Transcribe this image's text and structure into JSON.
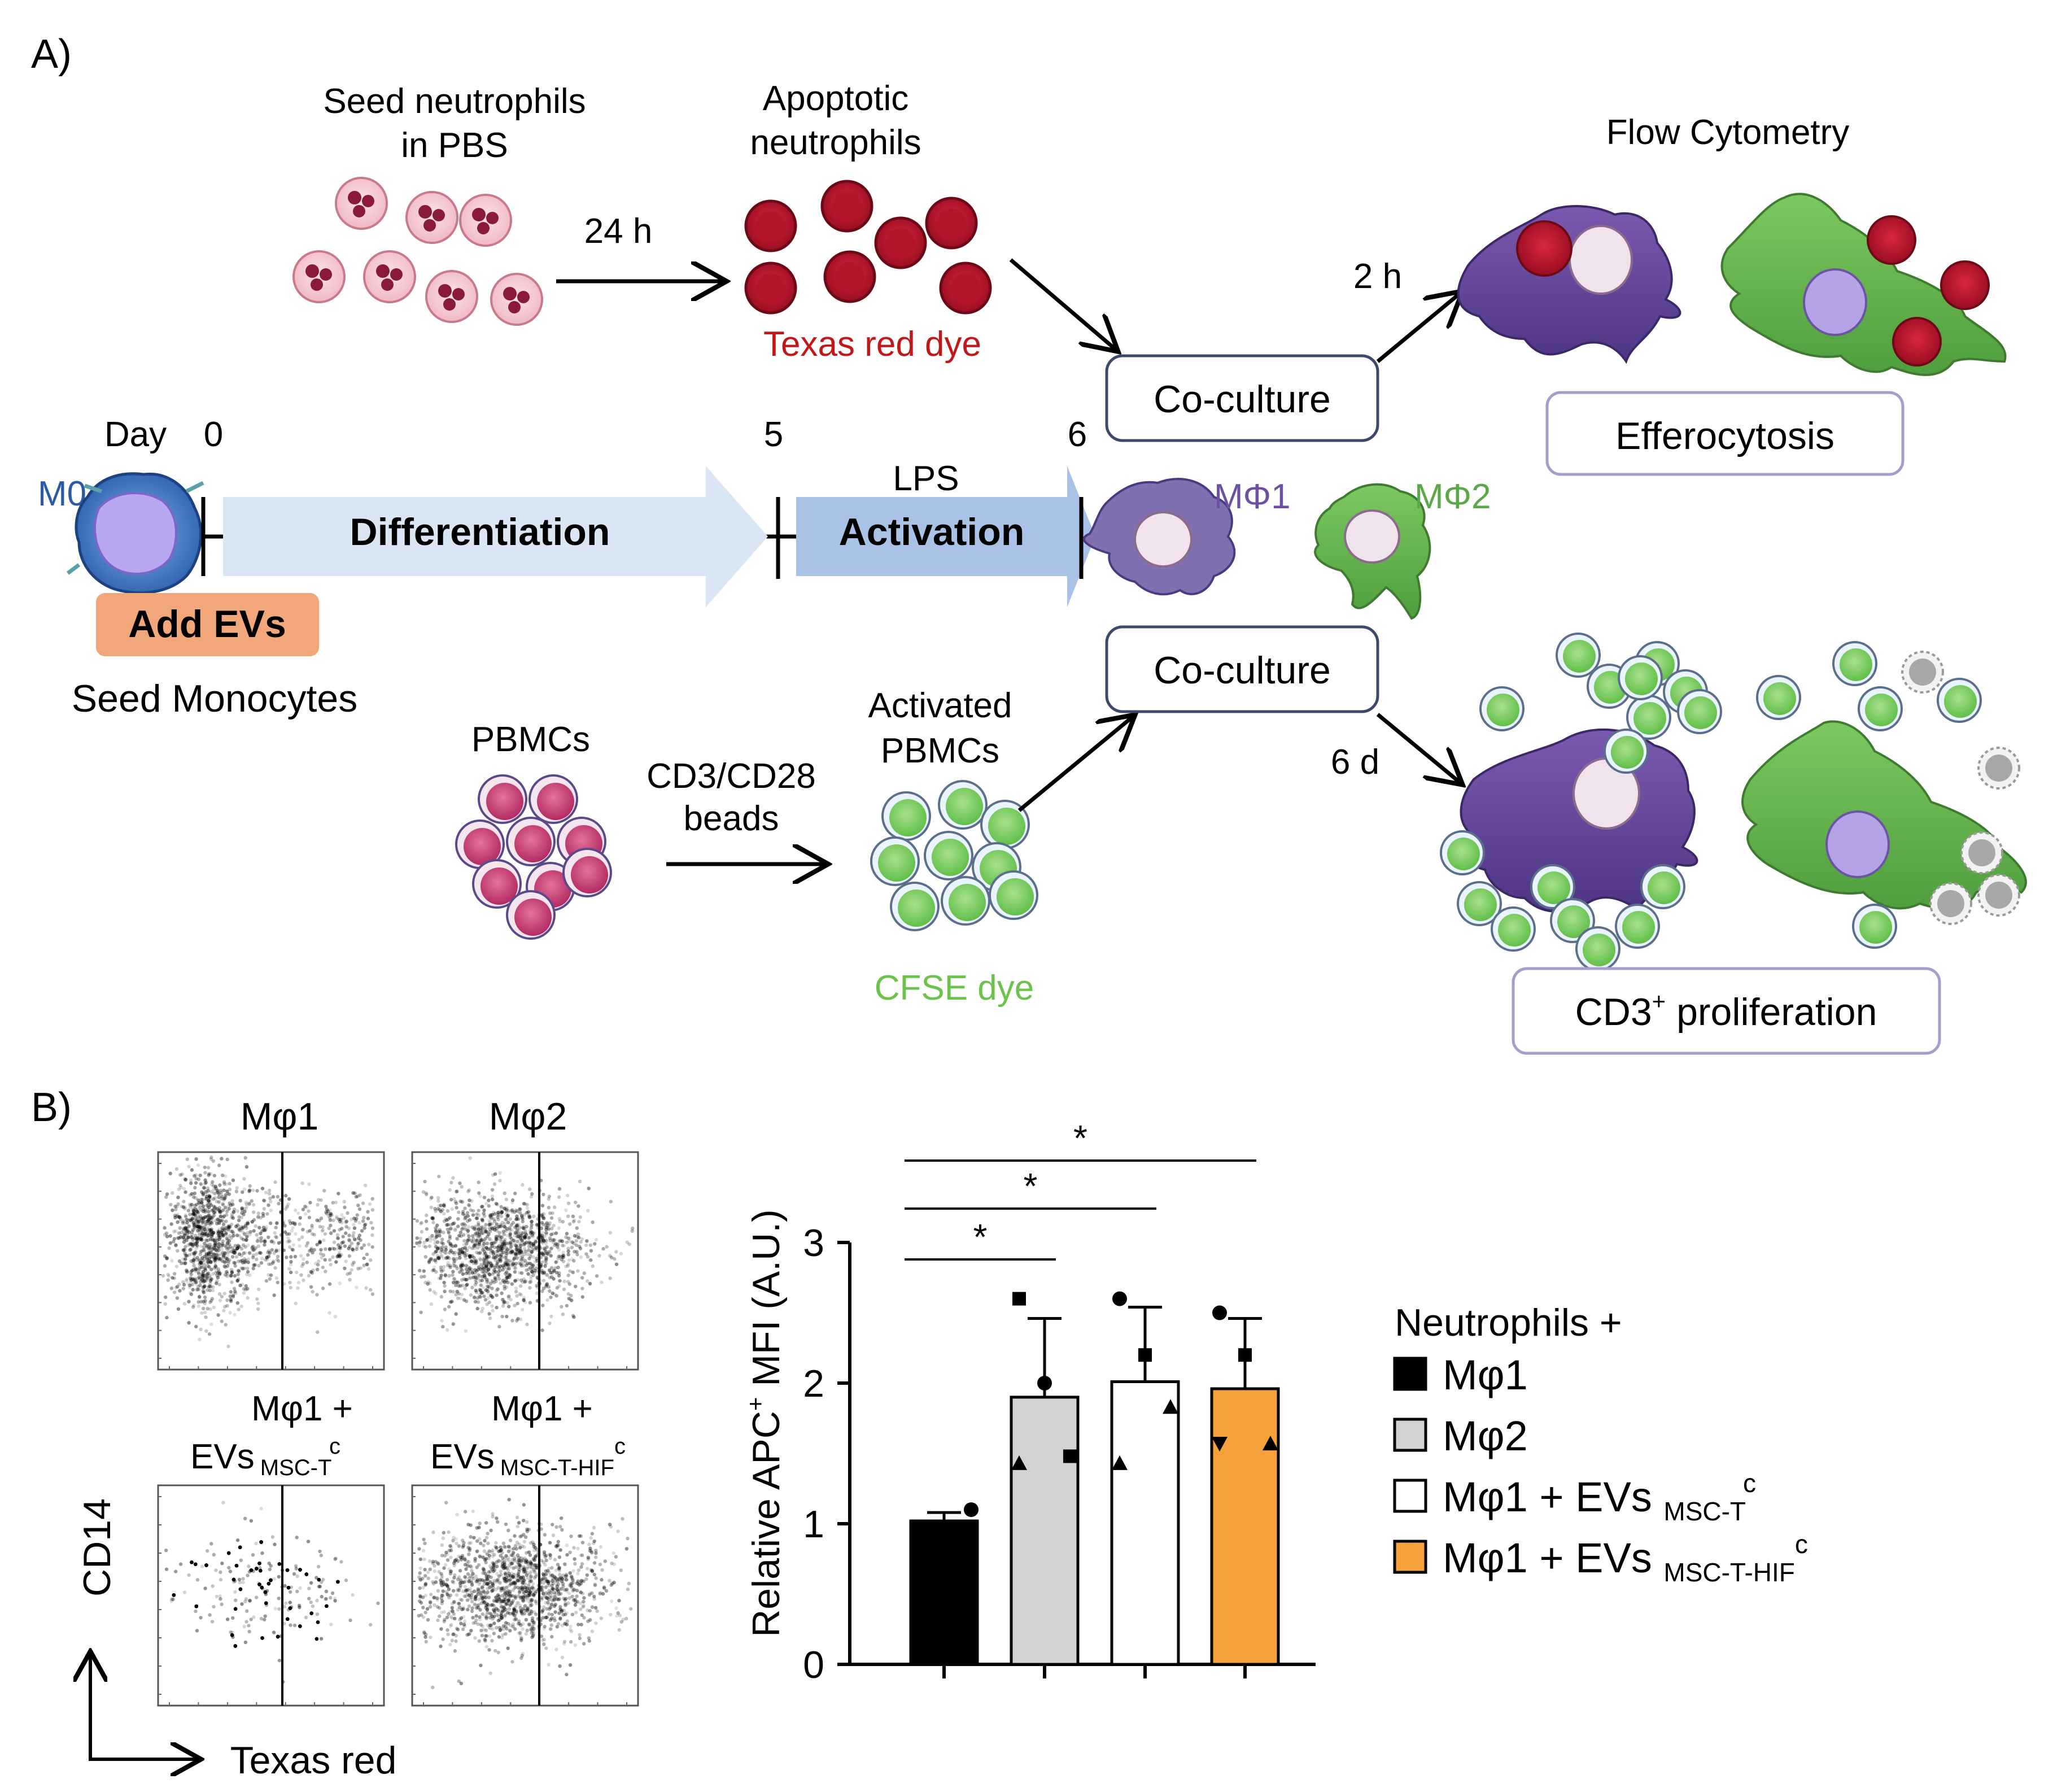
{
  "panelA": {
    "label": "A)",
    "seed_neutrophils_line1": "Seed neutrophils",
    "seed_neutrophils_line2": "in PBS",
    "time_24h": "24 h",
    "apoptotic_line1": "Apoptotic",
    "apoptotic_line2": "neutrophils",
    "texas_red_dye": "Texas red dye",
    "flow_cytometry": "Flow Cytometry",
    "time_2h": "2 h",
    "coculture_top": "Co-culture",
    "efferocytosis": "Efferocytosis",
    "day_label": "Day",
    "day_0": "0",
    "day_5": "5",
    "day_6": "6",
    "m0": "M0",
    "differentiation": "Differentiation",
    "lps": "LPS",
    "activation": "Activation",
    "m1": "MΦ1",
    "m2": "MΦ2",
    "add_evs": "Add EVs",
    "seed_monocytes": "Seed Monocytes",
    "pbmcs": "PBMCs",
    "beads_line1": "CD3/CD28",
    "beads_line2": "beads",
    "activated_line1": "Activated",
    "activated_line2": "PBMCs",
    "cfse_dye": "CFSE dye",
    "coculture_bottom": "Co-culture",
    "time_6d": "6 d",
    "cd3_prefix": "CD3",
    "cd3_sup": "+",
    "cd3_suffix": " proliferation",
    "colors": {
      "neutrophil_apoptotic": "#c0112a",
      "texas_red": "#c01818",
      "cfse": "#6cc24a",
      "m1": "#6e4fa0",
      "m2": "#5aa84a",
      "add_evs_box": "#f2a77a",
      "diff_arrow": "#dbe6f5",
      "act_arrow": "#a9c2e6",
      "box_border": "#9e93c0"
    }
  },
  "panelB": {
    "label": "B)",
    "flow": {
      "m1": "Mφ1",
      "m2": "Mφ2",
      "m1evs1_line1": "Mφ1 +",
      "m1evs1_line2": "EVs",
      "m1evs1_sub": "MSC-T",
      "m1evs1_sup": "c",
      "m1evs2_line1": "Mφ1 +",
      "m1evs2_line2": "EVs",
      "m1evs2_sub": "MSC-T-HIF",
      "m1evs2_sup": "c",
      "yaxis": "CD14",
      "xaxis": "Texas red"
    },
    "legend": {
      "title": "Neutrophils +",
      "items": [
        {
          "main": "Mφ1",
          "sub": "",
          "sup": ""
        },
        {
          "main": "Mφ2",
          "sub": "",
          "sup": ""
        },
        {
          "main": "Mφ1 + EVs ",
          "sub": "MSC-T",
          "sup": "c"
        },
        {
          "main": "Mφ1 + EVs ",
          "sub": "MSC-T-HIF",
          "sup": "c"
        }
      ]
    },
    "ylabel_prefix": "Relative APC",
    "ylabel_sup": "+",
    "ylabel_suffix": " MFI (A.U.)",
    "significance": [
      "*",
      "*",
      "*"
    ]
  },
  "chart_data": {
    "type": "bar",
    "categories": [
      "Mφ1",
      "Mφ2",
      "Mφ1 + EVs MSC-T c",
      "Mφ1 + EVs MSC-T-HIF c"
    ],
    "values": [
      1.02,
      1.9,
      2.01,
      1.96
    ],
    "errors": [
      0.06,
      0.56,
      0.53,
      0.5
    ],
    "colors": [
      "#000000",
      "#d3d3d3",
      "#ffffff",
      "#f7a13c"
    ],
    "points": [
      [
        {
          "y": 1.1,
          "marker": "circle"
        }
      ],
      [
        {
          "y": 2.6,
          "marker": "square"
        },
        {
          "y": 2.0,
          "marker": "circle"
        },
        {
          "y": 1.48,
          "marker": "square"
        },
        {
          "y": 1.43,
          "marker": "triangle"
        }
      ],
      [
        {
          "y": 2.6,
          "marker": "circle"
        },
        {
          "y": 2.2,
          "marker": "square"
        },
        {
          "y": 1.83,
          "marker": "triangle"
        },
        {
          "y": 1.43,
          "marker": "triangle"
        }
      ],
      [
        {
          "y": 2.5,
          "marker": "circle"
        },
        {
          "y": 2.2,
          "marker": "square"
        },
        {
          "y": 1.57,
          "marker": "triangle"
        },
        {
          "y": 1.57,
          "marker": "triangle-down"
        }
      ]
    ],
    "ylim": [
      0,
      3
    ],
    "yticks": [
      "0",
      "1",
      "2",
      "3"
    ],
    "ylabel": "Relative APC+ MFI (A.U.)",
    "xlabel": "",
    "comparisons": [
      {
        "from": 0,
        "to": 1,
        "label": "*"
      },
      {
        "from": 0,
        "to": 2,
        "label": "*"
      },
      {
        "from": 0,
        "to": 3,
        "label": "*"
      }
    ]
  }
}
